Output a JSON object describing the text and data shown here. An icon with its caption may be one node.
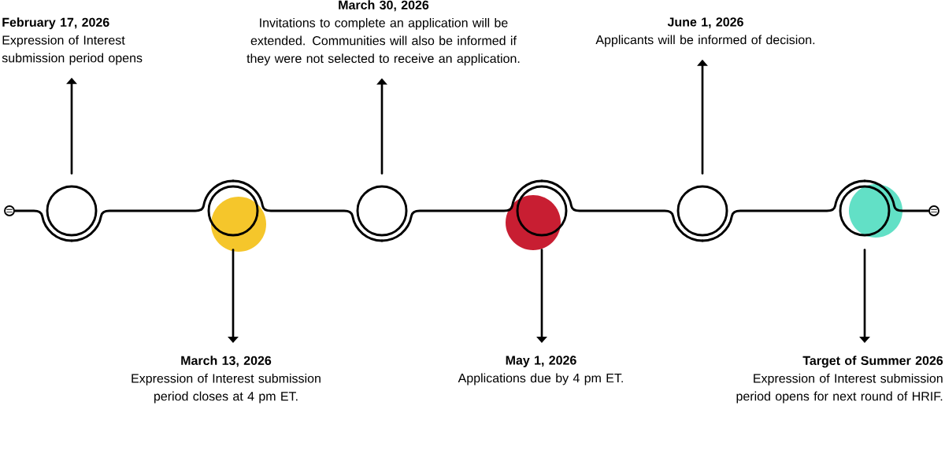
{
  "diagram": {
    "nodes": [
      {
        "text": [],
        "shape": "circle"
      },
      {
        "text": [],
        "shape": "circle"
      },
      {
        "text": [],
        "shape": "circle"
      },
      {
        "text": [],
        "shape": "circle"
      },
      {
        "text": [],
        "shape": "circle"
      },
      {
        "text": [],
        "shape": "circle"
      },
      {
        "text": [],
        "shape": "circle"
      },
      {
        "text": [],
        "shape": "circle"
      },
      {
        "text": [
          "February 17, 2026",
          "Expression of Interest submission period opens"
        ]
      },
      {
        "text": [
          "March 30, 2026",
          "Invitations to complete an application will be extended. Communities will also be informed if they were not selected to receive an application."
        ]
      },
      {
        "text": [
          "June 1, 2026",
          "Applicants will be informed of decision."
        ]
      },
      {
        "text": [
          "March 13, 2026",
          "Expression of Interest submission period closes at 4 pm ET."
        ]
      },
      {
        "text": [
          "May 1, 2026",
          "Applications due by 4 pm ET."
        ]
      },
      {
        "text": [
          "Target of Summer 2026",
          "Expression of Interest submission period opens for next round of HRIF."
        ]
      }
    ],
    "edges": [
      {
        "from": 0,
        "to": 1,
        "arrow": "none"
      },
      {
        "from": 1,
        "to": 2,
        "arrow": "none"
      },
      {
        "from": 2,
        "to": 3,
        "arrow": "none"
      },
      {
        "from": 3,
        "to": 4,
        "arrow": "none"
      },
      {
        "from": 4,
        "to": 5,
        "arrow": "none"
      },
      {
        "from": 5,
        "to": 6,
        "arrow": "none"
      },
      {
        "from": 6,
        "to": 7,
        "arrow": "none"
      },
      {
        "from": 1,
        "to": 8,
        "arrow": "to"
      },
      {
        "from": 2,
        "to": 11,
        "arrow": "to"
      },
      {
        "from": 3,
        "to": 9,
        "arrow": "to"
      },
      {
        "from": 4,
        "to": 12,
        "arrow": "to"
      },
      {
        "from": 5,
        "to": 10,
        "arrow": "to"
      },
      {
        "from": 6,
        "to": 13,
        "arrow": "to"
      }
    ]
  }
}
